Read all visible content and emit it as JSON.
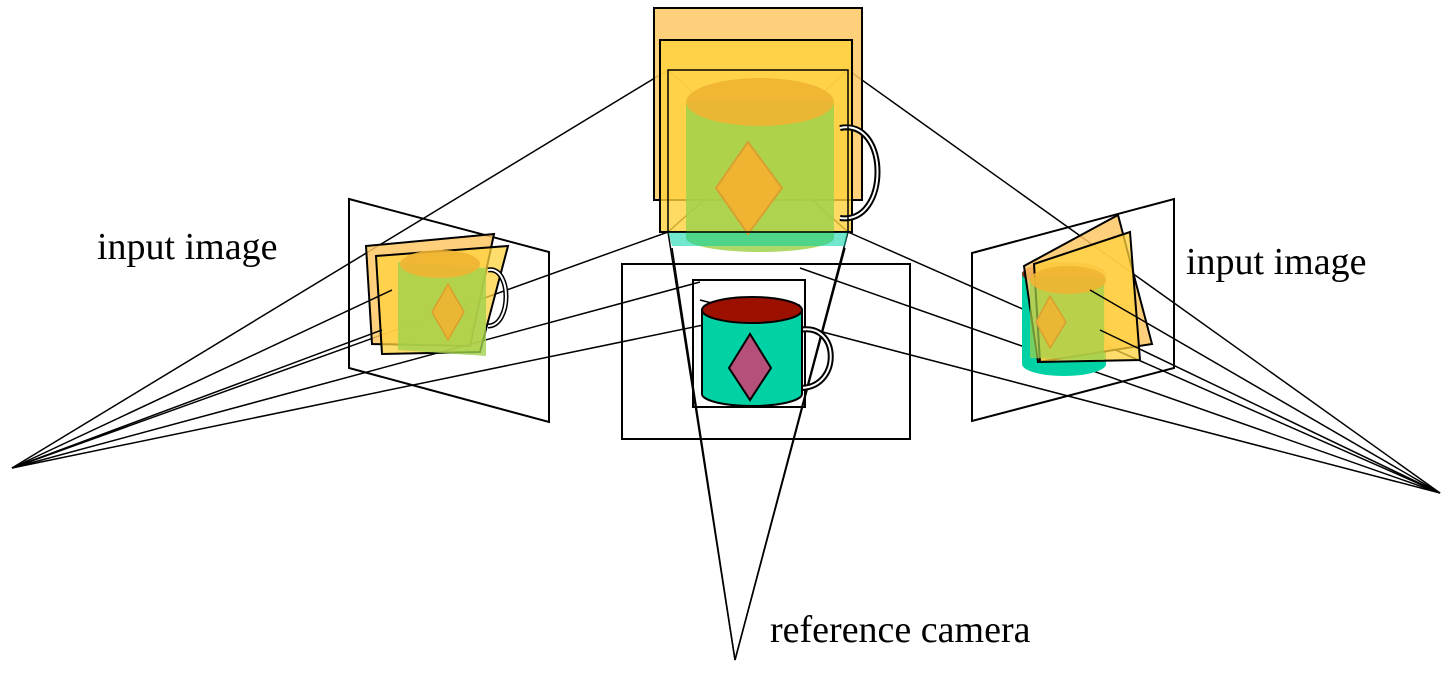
{
  "labels": {
    "left_input": "input image",
    "right_input": "input image",
    "reference": "reference camera"
  },
  "colors": {
    "plane_orange": "#ffc864",
    "plane_yellow": "#ffd23c",
    "mug_body": "#00d2a5",
    "mug_rim": "#9b1000",
    "mug_diamond": "#b4507a",
    "overlay_mug": "#a0d24b",
    "overlay_diamond": "#f0b432",
    "outline": "#000000"
  }
}
